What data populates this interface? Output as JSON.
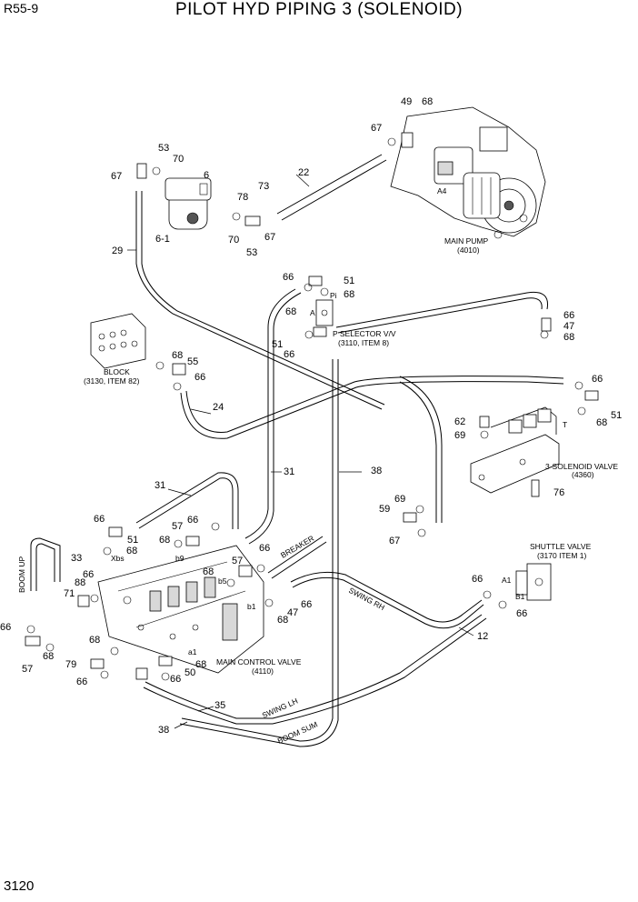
{
  "header": {
    "model": "R55-9",
    "title": "PILOT HYD PIPING 3 (SOLENOID)"
  },
  "footer": {
    "page_number": "3120"
  },
  "components": {
    "main_pump": {
      "name": "MAIN PUMP",
      "ref": "(4010)"
    },
    "block": {
      "name": "BLOCK",
      "ref": "(3130, ITEM 82)"
    },
    "p_selector": {
      "name": "P SELECTOR V/V",
      "ref": "(3110, ITEM 8)"
    },
    "solenoid_valve": {
      "name": "3-SOLENOID VALVE",
      "ref": "(4360)"
    },
    "shuttle_valve": {
      "name": "SHUTTLE VALVE",
      "ref": "(3170 ITEM 1)"
    },
    "main_control_valve": {
      "name": "MAIN CONTROL VALVE",
      "ref": "(4110)"
    }
  },
  "hose_labels": {
    "breaker": "BREAKER",
    "swing_rh": "SWING  RH",
    "swing_lh": "SWING  LH",
    "boom_sum": "BOOM SUM",
    "boom_up": "BOOM UP"
  },
  "port_labels": {
    "a4": "A4",
    "pi": "Pi",
    "a": "A",
    "t": "T",
    "a1": "A1",
    "b1": "B1",
    "b1_mcv": "b1",
    "a1_mcv": "a1",
    "b5": "b5",
    "b9": "b9",
    "xbs": "Xbs"
  },
  "part_numbers": {
    "p53_top": "53",
    "p70_top": "70",
    "p67_top": "67",
    "p6": "6",
    "p73": "73",
    "p78": "78",
    "p6_1": "6-1",
    "p70_bot": "70",
    "p67_bot": "67",
    "p53_bot": "53",
    "p22": "22",
    "p49": "49",
    "p68_pump": "68",
    "p67_pump": "67",
    "p29": "29",
    "p66_psel": "66",
    "p51_psel": "51",
    "p68_psel": "68",
    "p68_a": "68",
    "p51_psel2": "51",
    "p66_psel2": "66",
    "p68_block": "68",
    "p55": "55",
    "p66_block": "66",
    "p24": "24",
    "p66_sol_top": "66",
    "p47_sol": "47",
    "p68_sol_top": "68",
    "p66_sol": "66",
    "p68_sol": "68",
    "p51_sol": "51",
    "p62": "62",
    "p69_sol": "69",
    "p76": "76",
    "p31_left": "31",
    "p31_mid": "31",
    "p38_right": "38",
    "p69_mid": "69",
    "p59": "59",
    "p67_mid": "67",
    "p66_mcv": "66",
    "p51_mcv": "51",
    "p66_mcv2": "66",
    "p68_mcv": "68",
    "p57_mcv": "57",
    "p68_mcv2": "68",
    "p57_mcv2": "57",
    "p68_mcv3": "68",
    "p66_mcv3": "66",
    "p66_mcv4": "66",
    "p33": "33",
    "p71": "71",
    "p88": "88",
    "p66_left": "66",
    "p68_left": "68",
    "p57_left": "57",
    "p68_mcvlow": "68",
    "p79": "79",
    "p66_low": "66",
    "p66_low2": "66",
    "p50": "50",
    "p68_low": "68",
    "p47_mcv": "47",
    "p68_mcv4": "68",
    "p66_mcv5": "66",
    "p66_shuttle": "66",
    "p66_shuttle2": "66",
    "p12": "12",
    "p35": "35",
    "p38_bottom": "38"
  }
}
